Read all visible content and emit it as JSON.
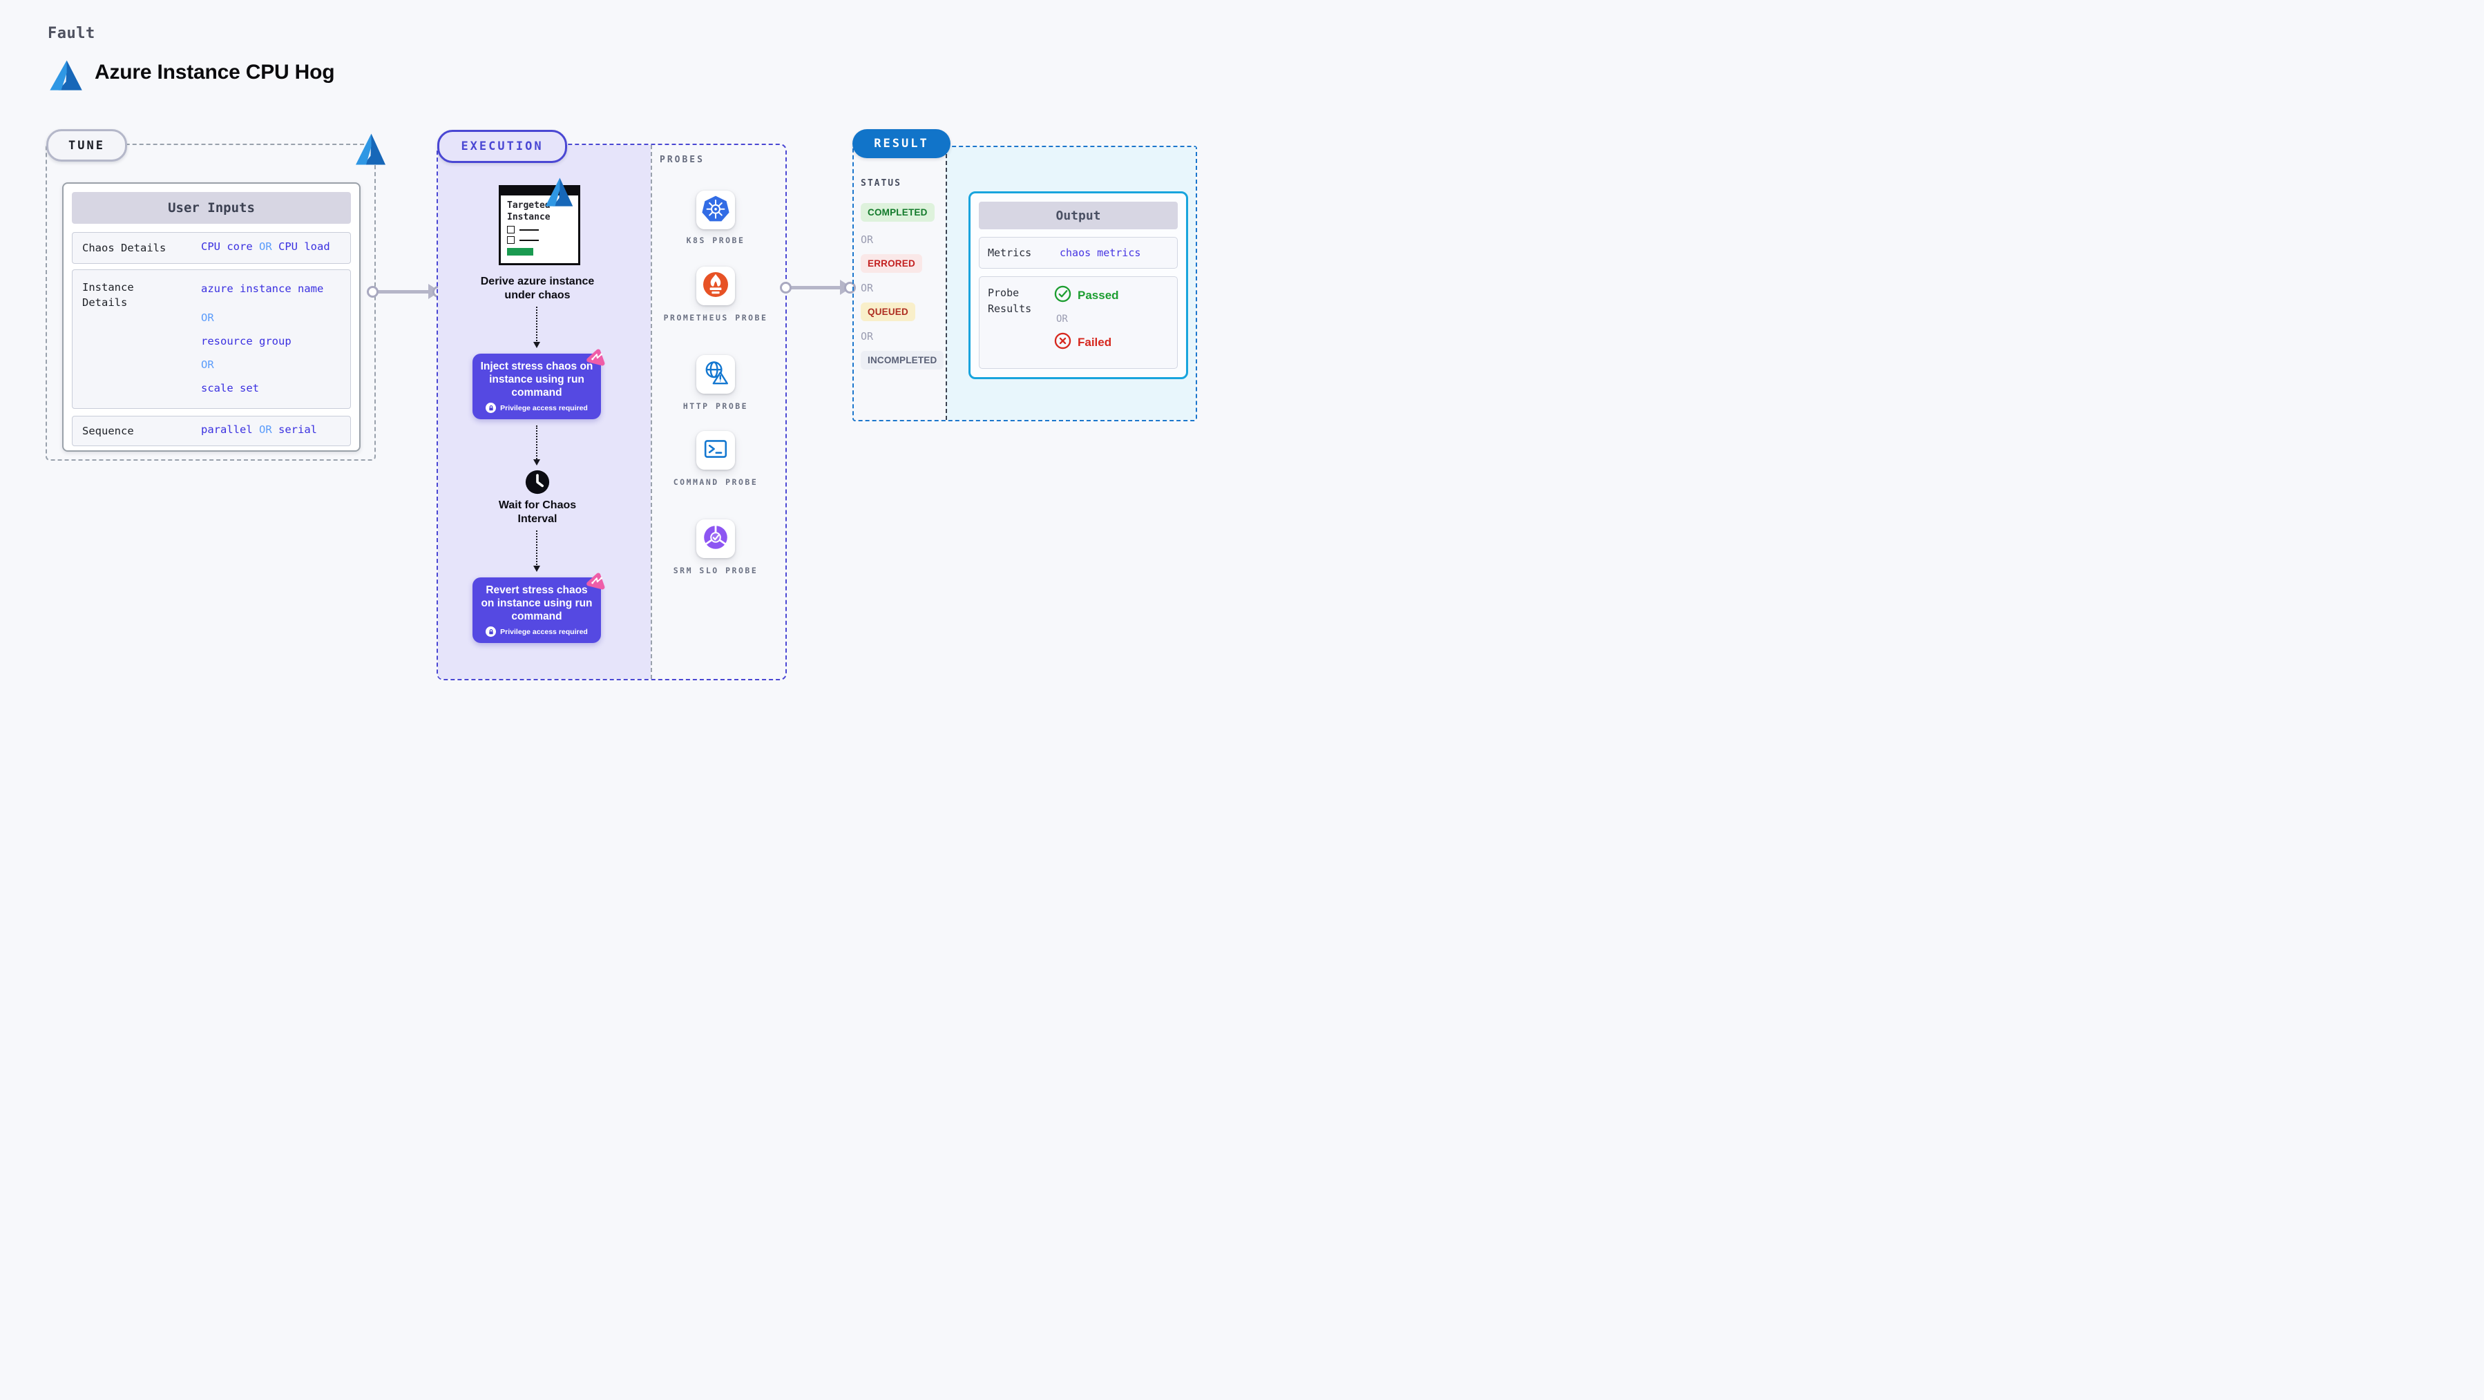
{
  "header": {
    "kicker": "Fault",
    "title": "Azure Instance CPU Hog"
  },
  "common": {
    "or": "OR"
  },
  "tune": {
    "pill": "TUNE",
    "user_inputs": {
      "title": "User Inputs",
      "chaos_details": {
        "label": "Chaos Details",
        "value1": "CPU core",
        "value2": "CPU load"
      },
      "instance_details": {
        "label": "Instance Details",
        "value1": "azure instance name",
        "value2": "resource group",
        "value3": "scale set"
      },
      "sequence": {
        "label": "Sequence",
        "value1": "parallel",
        "value2": "serial"
      }
    }
  },
  "execution": {
    "pill": "EXECUTION",
    "target_card_title": "Targeted Instance",
    "derive_text": "Derive azure instance under chaos",
    "inject_text": "Inject stress chaos on instance using run command",
    "wait_text": "Wait for Chaos Interval",
    "revert_text": "Revert stress chaos on instance using run command",
    "privilege_note": "Privilege access required"
  },
  "probes": {
    "label": "PROBES",
    "items": [
      {
        "name": "K8S PROBE",
        "icon": "kubernetes-icon"
      },
      {
        "name": "PROMETHEUS PROBE",
        "icon": "prometheus-icon"
      },
      {
        "name": "HTTP PROBE",
        "icon": "http-globe-warning-icon"
      },
      {
        "name": "COMMAND PROBE",
        "icon": "terminal-icon"
      },
      {
        "name": "SRM SLO PROBE",
        "icon": "srm-slo-icon"
      }
    ]
  },
  "result": {
    "pill": "RESULT",
    "status": {
      "label": "STATUS",
      "badges": [
        {
          "text": "COMPLETED",
          "fg": "#137a2b",
          "bg": "#def2dc"
        },
        {
          "text": "ERRORED",
          "fg": "#c32020",
          "bg": "#fae8e8"
        },
        {
          "text": "QUEUED",
          "fg": "#ae2d21",
          "bg": "#f9efca"
        },
        {
          "text": "INCOMPLETED",
          "fg": "#5a6076",
          "bg": "#edeff5"
        }
      ]
    },
    "output": {
      "title": "Output",
      "metrics_label": "Metrics",
      "metrics_value": "chaos metrics",
      "probe_results_label": "Probe Results",
      "passed": "Passed",
      "failed": "Failed"
    }
  },
  "colors": {
    "page_bg": "#f7f8fb",
    "execution_accent": "#4a47d3",
    "execution_bg": "#e6e4fa",
    "chaos_box": "#5549e2",
    "result_accent": "#1174c9",
    "output_border": "#18a4dd",
    "result_bg": "#e8f6fc",
    "value_blue": "#3a30e0",
    "or_blue": "#5b9cfa",
    "passed_green": "#1d9e31",
    "failed_red": "#d6281f",
    "arrow_gray": "#b5b5c8",
    "azure_blue": "#2f97e4",
    "hub_pink": "#ef5da8"
  }
}
